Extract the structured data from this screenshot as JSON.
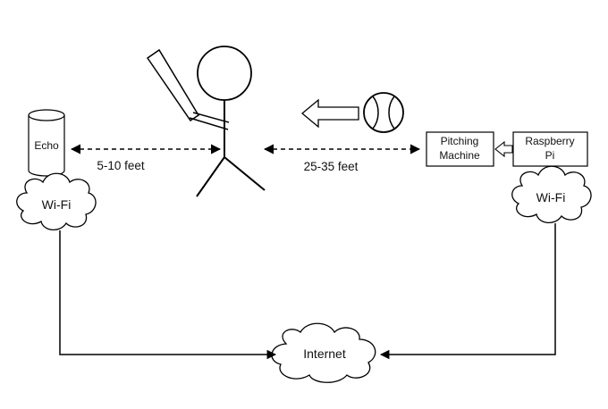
{
  "labels": {
    "echo": "Echo",
    "distance_near": "5-10 feet",
    "distance_far": "25-35 feet",
    "pitching_machine_line1": "Pitching",
    "pitching_machine_line2": "Machine",
    "raspberry_pi_line1": "Raspberry",
    "raspberry_pi_line2": "Pi",
    "wifi_left": "Wi-Fi",
    "wifi_right": "Wi-Fi",
    "internet": "Internet"
  },
  "colors": {
    "stroke": "#000000",
    "background": "#ffffff"
  }
}
